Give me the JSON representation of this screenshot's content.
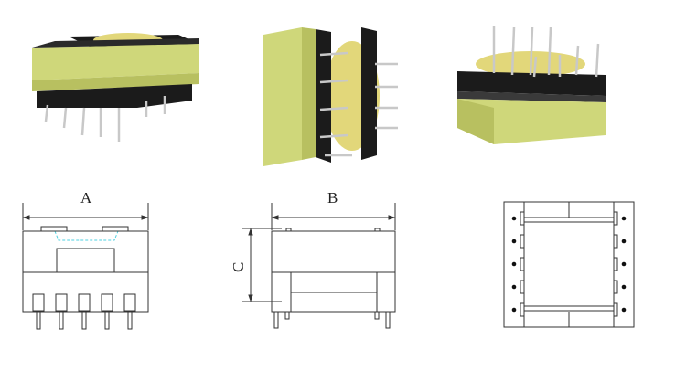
{
  "dimensions": {
    "a_label": "A",
    "b_label": "B",
    "c_label": "C"
  },
  "colors": {
    "core": "#cfd77a",
    "core_shade": "#b8c060",
    "bobbin": "#1b1b1b",
    "pin": "#c8c8c8",
    "line": "#333333",
    "dash": "#4fd0e0"
  }
}
